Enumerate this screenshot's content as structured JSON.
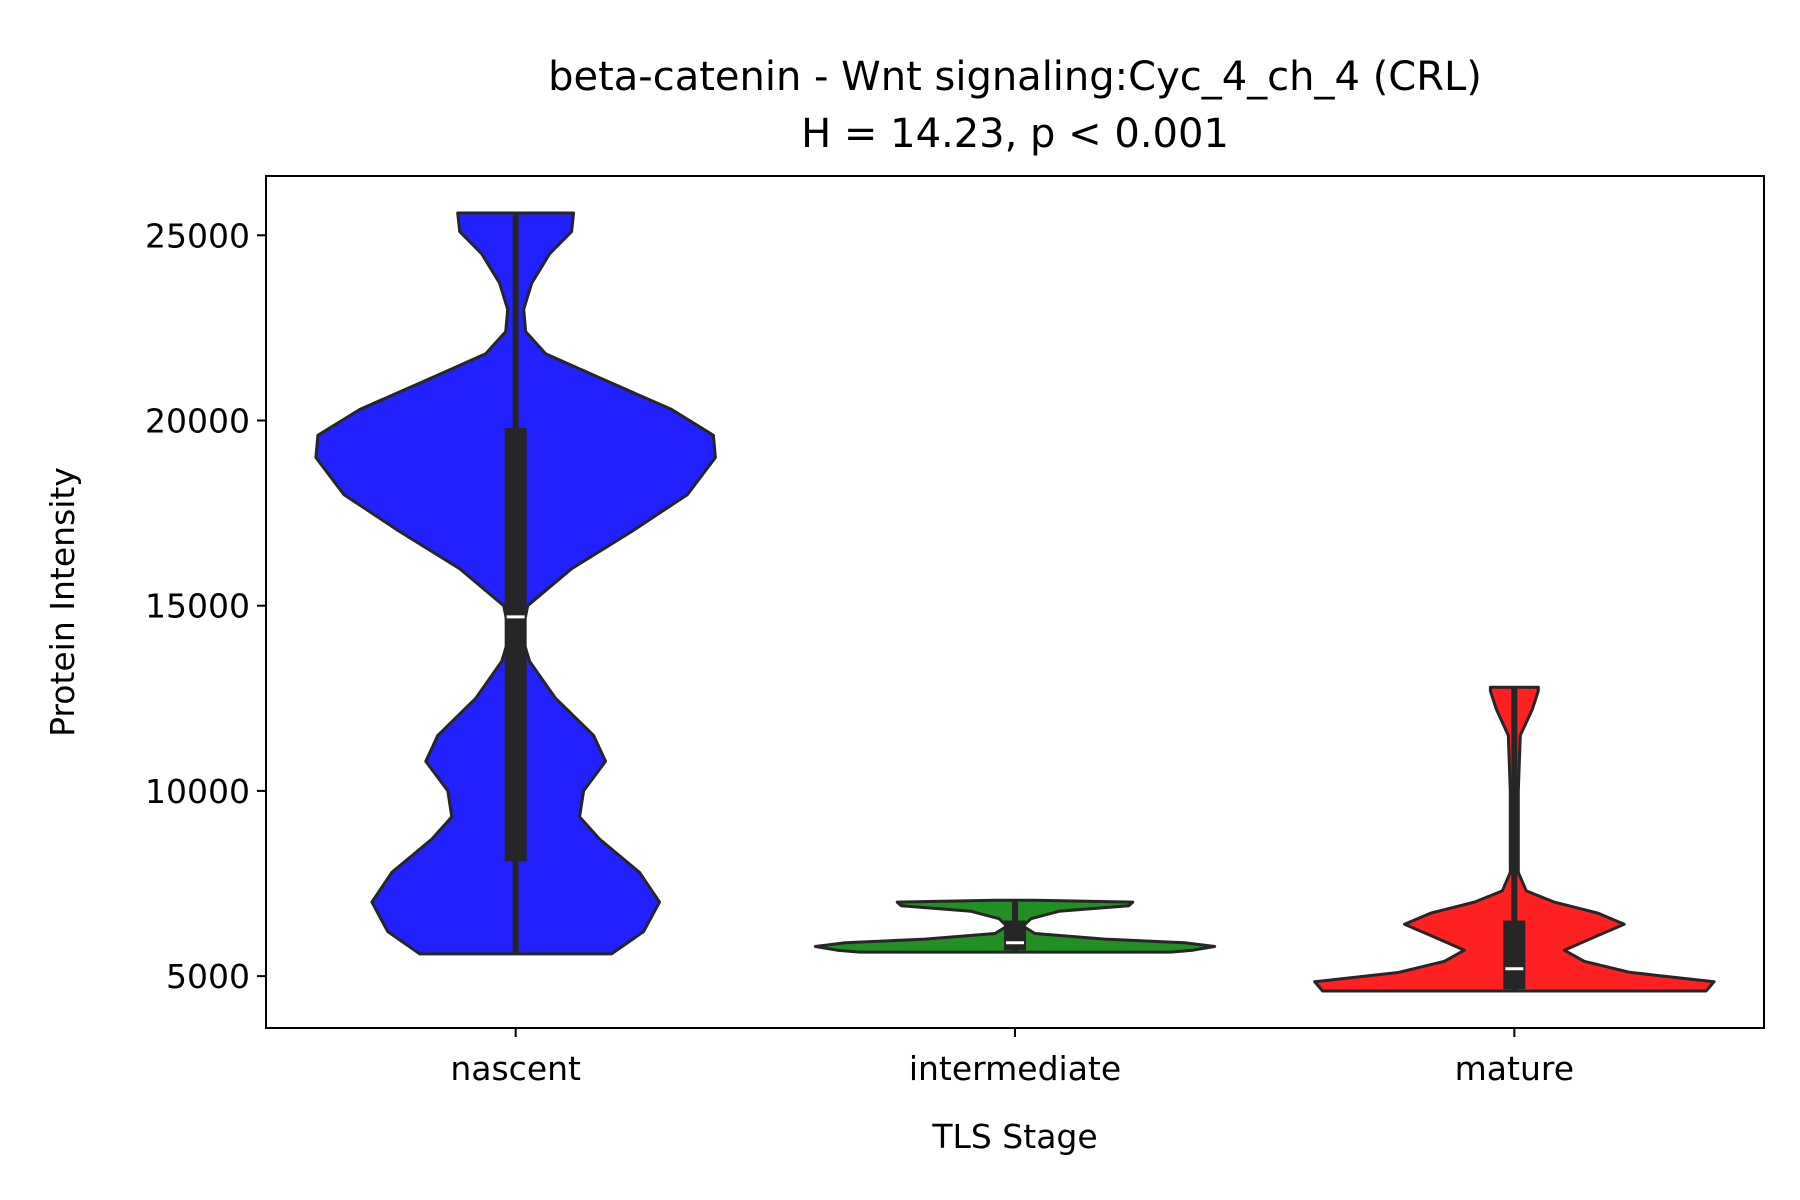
{
  "chart_data": {
    "type": "violin",
    "title": "beta-catenin - Wnt signaling:Cyc_4_ch_4 (CRL)",
    "subtitle": "H = 14.23, p < 0.001",
    "xlabel": "TLS Stage",
    "ylabel": "Protein Intensity",
    "categories": [
      "nascent",
      "intermediate",
      "mature"
    ],
    "ylim": [
      3600,
      26600
    ],
    "yticks": [
      5000,
      10000,
      15000,
      20000,
      25000
    ],
    "ytick_labels": [
      "5000",
      "10000",
      "15000",
      "20000",
      "25000"
    ],
    "grid": false,
    "legend": "none",
    "series": [
      {
        "category": "nascent",
        "color": "#0000ff",
        "min": 5600,
        "q1": 8100,
        "median": 14700,
        "q3": 19800,
        "max": 25600,
        "density": [
          [
            5600,
            0.48
          ],
          [
            6200,
            0.64
          ],
          [
            7000,
            0.72
          ],
          [
            7800,
            0.62
          ],
          [
            8700,
            0.42
          ],
          [
            9300,
            0.32
          ],
          [
            10000,
            0.34
          ],
          [
            10800,
            0.45
          ],
          [
            11500,
            0.39
          ],
          [
            12500,
            0.2
          ],
          [
            13500,
            0.07
          ],
          [
            14200,
            0.03
          ],
          [
            15000,
            0.06
          ],
          [
            16000,
            0.28
          ],
          [
            17000,
            0.58
          ],
          [
            18000,
            0.86
          ],
          [
            19000,
            1.0
          ],
          [
            19600,
            0.99
          ],
          [
            20300,
            0.78
          ],
          [
            21200,
            0.4
          ],
          [
            21800,
            0.15
          ],
          [
            22400,
            0.05
          ],
          [
            23000,
            0.04
          ],
          [
            23700,
            0.08
          ],
          [
            24500,
            0.17
          ],
          [
            25100,
            0.28
          ],
          [
            25600,
            0.29
          ]
        ]
      },
      {
        "category": "intermediate",
        "color": "#008000",
        "min": 5650,
        "q1": 5700,
        "median": 5900,
        "q3": 6500,
        "max": 7050,
        "density": [
          [
            5650,
            0.78
          ],
          [
            5700,
            0.89
          ],
          [
            5800,
            1.0
          ],
          [
            5900,
            0.85
          ],
          [
            6000,
            0.45
          ],
          [
            6150,
            0.1
          ],
          [
            6350,
            0.04
          ],
          [
            6550,
            0.08
          ],
          [
            6750,
            0.22
          ],
          [
            6900,
            0.57
          ],
          [
            7000,
            0.59
          ],
          [
            7050,
            0.1
          ]
        ]
      },
      {
        "category": "mature",
        "color": "#ff0000",
        "min": 4600,
        "q1": 4650,
        "median": 5200,
        "q3": 6500,
        "max": 12800,
        "density": [
          [
            4600,
            0.96
          ],
          [
            4850,
            1.0
          ],
          [
            5100,
            0.58
          ],
          [
            5400,
            0.35
          ],
          [
            5700,
            0.25
          ],
          [
            6100,
            0.42
          ],
          [
            6400,
            0.55
          ],
          [
            6700,
            0.42
          ],
          [
            7000,
            0.2
          ],
          [
            7300,
            0.06
          ],
          [
            7800,
            0.02
          ],
          [
            10000,
            0.02
          ],
          [
            11500,
            0.03
          ],
          [
            12200,
            0.09
          ],
          [
            12700,
            0.12
          ],
          [
            12800,
            0.12
          ]
        ]
      }
    ]
  }
}
